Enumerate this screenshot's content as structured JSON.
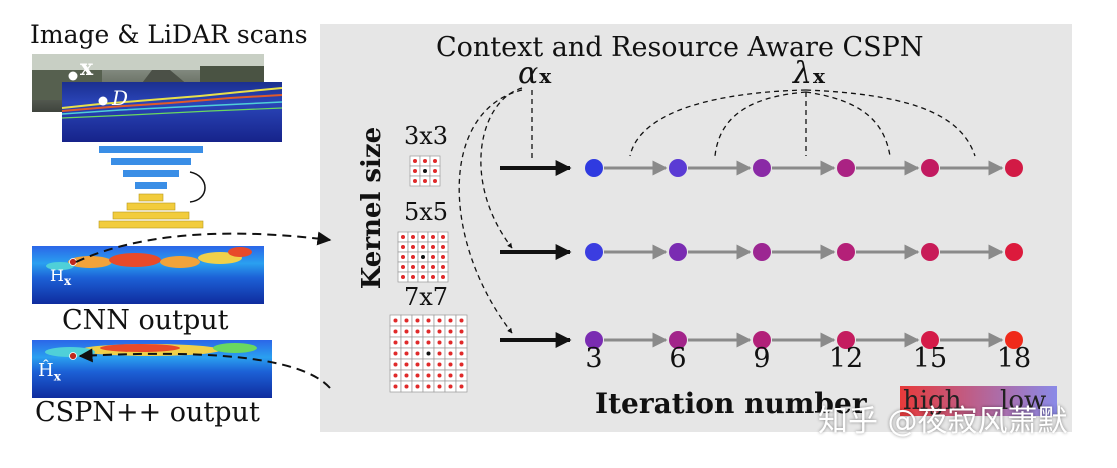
{
  "left": {
    "title": "Image & LiDAR scans",
    "rgb_point_label": "x",
    "lidar_point_label": "D",
    "cnn_output_label": "CNN output",
    "cspn_output_label": "CSPN++ output",
    "cnn_hx_label": "H",
    "cnn_hx_sub": "x",
    "cspn_hx_label": "Ĥ",
    "cspn_hx_sub": "x"
  },
  "right": {
    "title": "Context and Resource Aware CSPN",
    "alpha_label": "α",
    "alpha_sub": "x",
    "lambda_label": "λ",
    "lambda_sub": "x",
    "kernel_axis_label": "Kernel size",
    "kernel_labels": [
      "3x3",
      "5x5",
      "7x7"
    ],
    "iteration_axis_label": "Iteration number",
    "iteration_ticks": [
      "3",
      "6",
      "9",
      "12",
      "15",
      "18"
    ],
    "legend_high": "high",
    "legend_low": "low"
  },
  "watermark": "知乎 @夜寂风萧默",
  "colors": {
    "panel_bg": "#e6e6e6",
    "encoder_blue": "#3a8ee6",
    "decoder_yellow": "#f2cc3c",
    "arrow_gray": "#8a8a8a",
    "node_row1": [
      "#2f3ae0",
      "#5a3bd4",
      "#8a2aa6",
      "#aa2283",
      "#c21a60",
      "#d21a45"
    ],
    "node_row2": [
      "#3b3de0",
      "#7a2cb2",
      "#9c2692",
      "#b42078",
      "#c81c58",
      "#dc1a3c"
    ],
    "node_row3": [
      "#7a2cb2",
      "#a2248a",
      "#b22079",
      "#c41c5f",
      "#d41a48",
      "#f02a1a"
    ],
    "legend_gradient": [
      "#e83a3a",
      "#8a8ae8"
    ]
  }
}
